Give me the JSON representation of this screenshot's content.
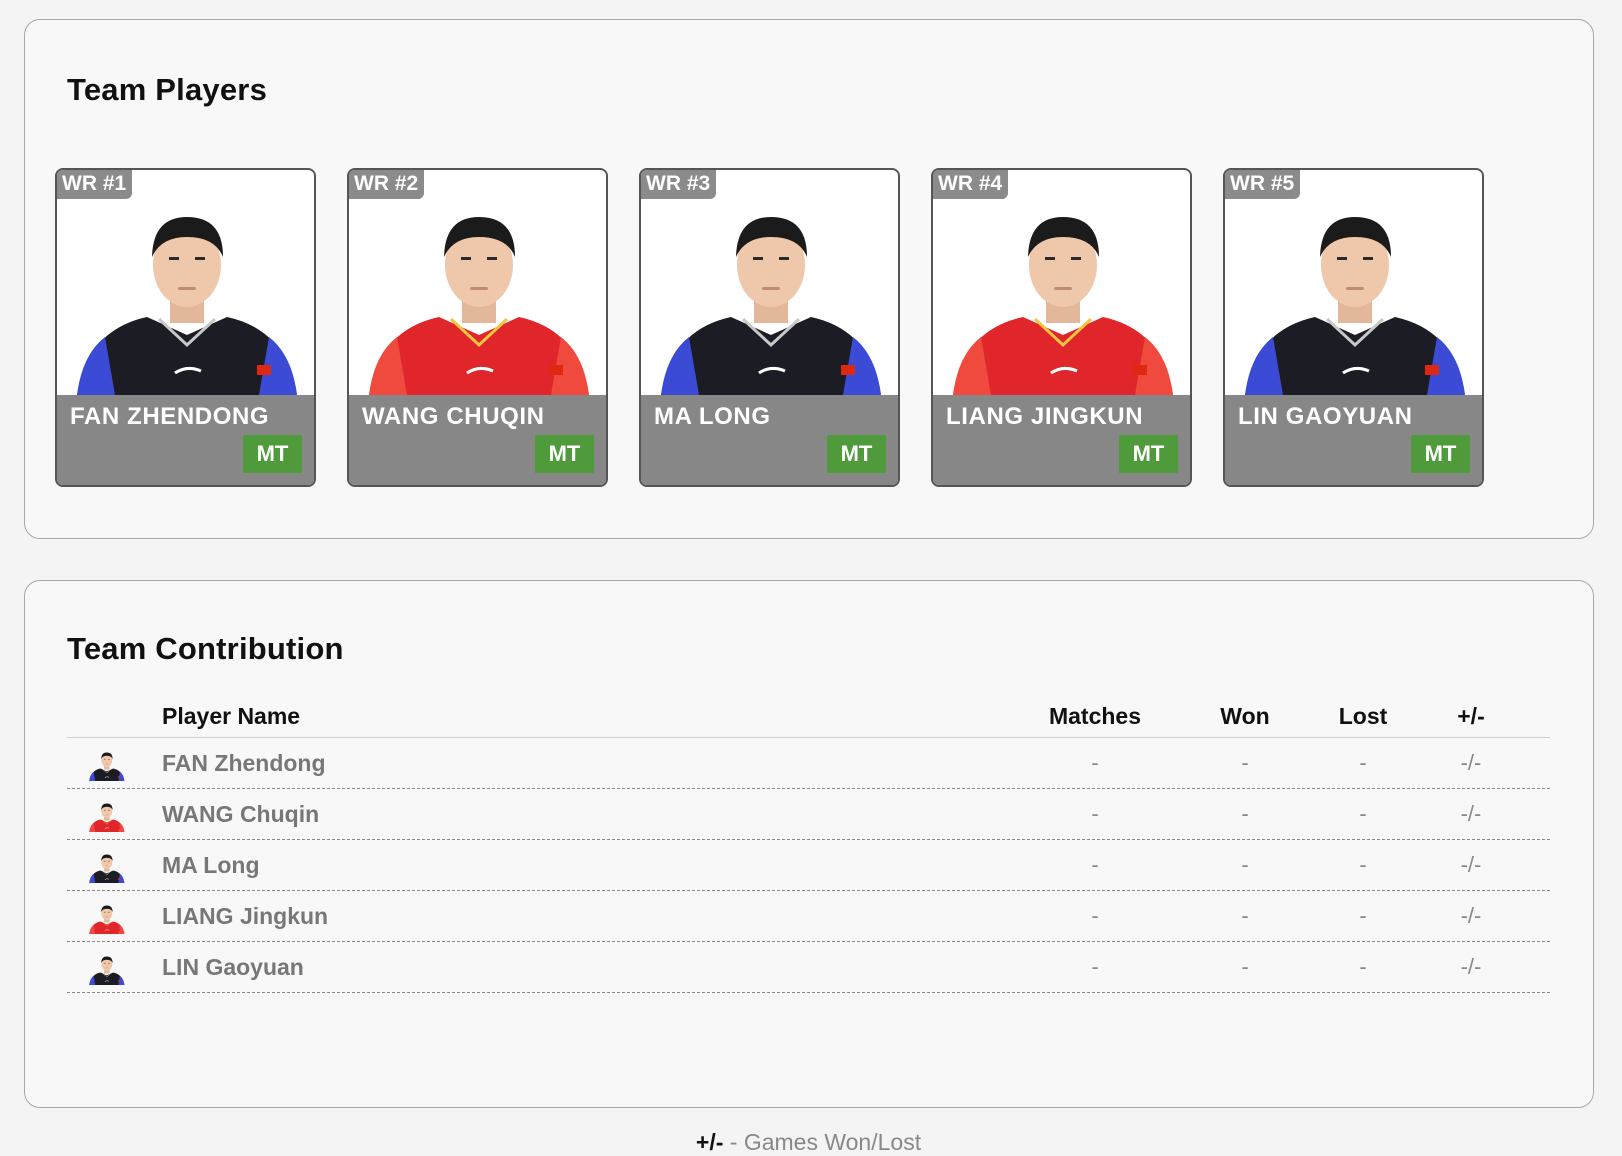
{
  "team_players": {
    "title": "Team Players",
    "players": [
      {
        "rank": "WR #1",
        "name": "FAN ZHENDONG",
        "badge": "MT",
        "shirt": "black"
      },
      {
        "rank": "WR #2",
        "name": "WANG CHUQIN",
        "badge": "MT",
        "shirt": "red"
      },
      {
        "rank": "WR #3",
        "name": "MA LONG",
        "badge": "MT",
        "shirt": "black"
      },
      {
        "rank": "WR #4",
        "name": "LIANG JINGKUN",
        "badge": "MT",
        "shirt": "red"
      },
      {
        "rank": "WR #5",
        "name": "LIN GAOYUAN",
        "badge": "MT",
        "shirt": "black"
      }
    ]
  },
  "team_contribution": {
    "title": "Team Contribution",
    "columns": {
      "player": "Player Name",
      "matches": "Matches",
      "won": "Won",
      "lost": "Lost",
      "plus_minus": "+/-"
    },
    "rows": [
      {
        "player": "FAN Zhendong",
        "matches": "-",
        "won": "-",
        "lost": "-",
        "plus_minus": "-/-"
      },
      {
        "player": "WANG Chuqin",
        "matches": "-",
        "won": "-",
        "lost": "-",
        "plus_minus": "-/-"
      },
      {
        "player": "MA Long",
        "matches": "-",
        "won": "-",
        "lost": "-",
        "plus_minus": "-/-"
      },
      {
        "player": "LIANG Jingkun",
        "matches": "-",
        "won": "-",
        "lost": "-",
        "plus_minus": "-/-"
      },
      {
        "player": "LIN Gaoyuan",
        "matches": "-",
        "won": "-",
        "lost": "-",
        "plus_minus": "-/-"
      }
    ],
    "legend": {
      "symbol": "+/-",
      "text": " - Games Won/Lost"
    }
  },
  "colors": {
    "badge": "#4f9a3b",
    "card_footer": "#878787",
    "black_shirt": "#1c1c24",
    "red_shirt": "#e0262b"
  }
}
